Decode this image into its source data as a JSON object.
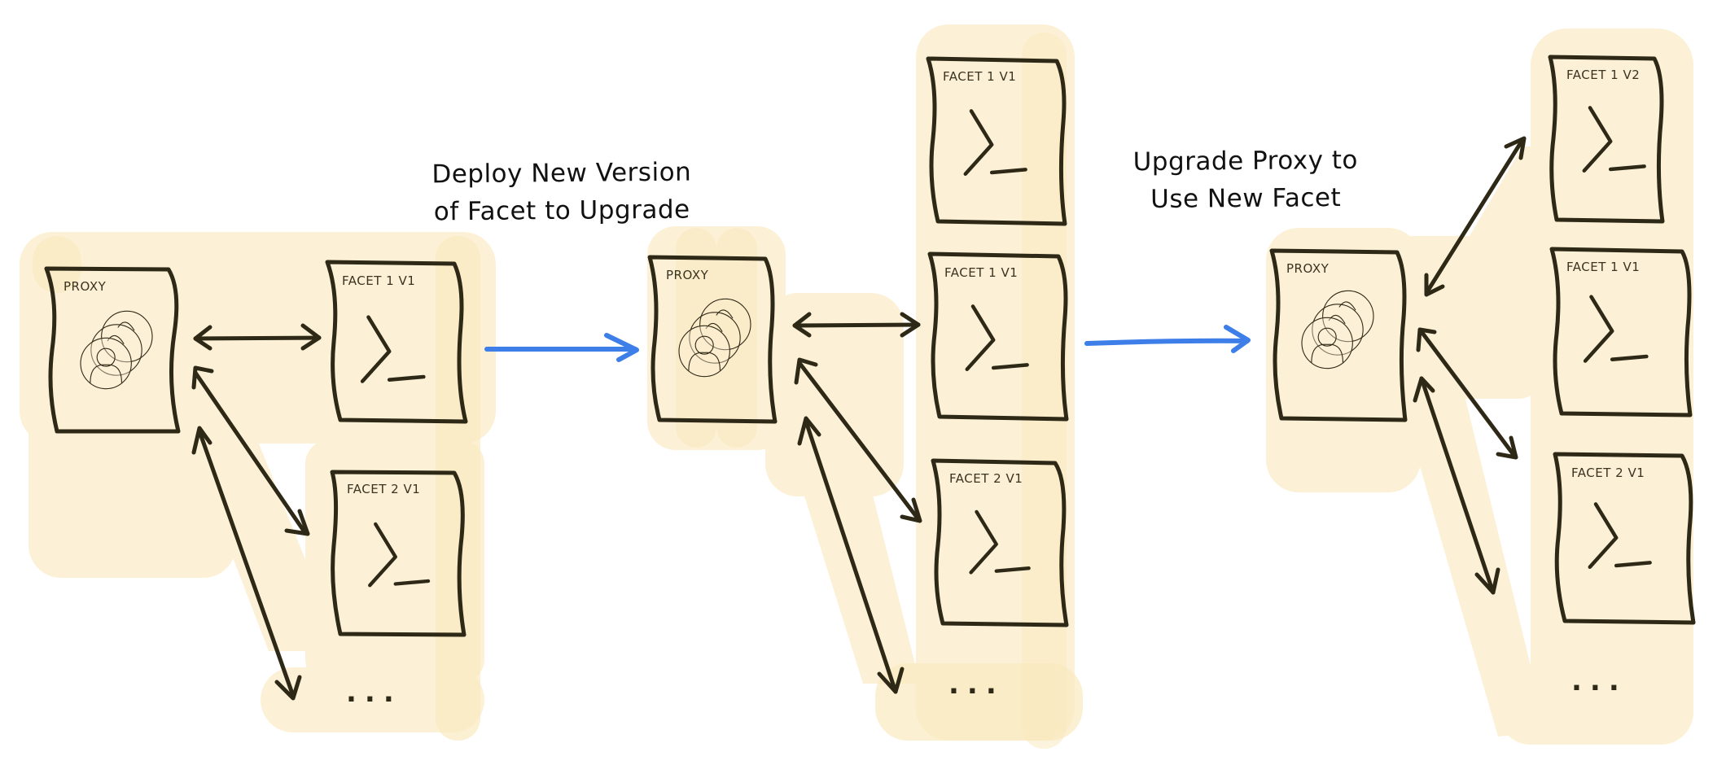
{
  "diagram": {
    "colors": {
      "highlight": "#fcf1d7",
      "highlight_dark": "#fae9bf",
      "ink": "#2e2816",
      "transition_arrow": "#3d7ee8",
      "background": "#ffffff"
    },
    "stages": [
      {
        "id": "stage-1",
        "proxy": {
          "label": "PROXY",
          "icon": "users-icon"
        },
        "facets": [
          {
            "label": "FACET 1 V1",
            "icon": "terminal-icon"
          },
          {
            "label": "FACET 2 V1",
            "icon": "terminal-icon"
          }
        ],
        "more": "..."
      },
      {
        "id": "stage-2",
        "proxy": {
          "label": "PROXY",
          "icon": "users-icon"
        },
        "facets": [
          {
            "label": "FACET 1 V1",
            "icon": "terminal-icon"
          },
          {
            "label": "FACET 1 V1",
            "icon": "terminal-icon"
          },
          {
            "label": "FACET 2 V1",
            "icon": "terminal-icon"
          }
        ],
        "more": "..."
      },
      {
        "id": "stage-3",
        "proxy": {
          "label": "PROXY",
          "icon": "users-icon"
        },
        "facets": [
          {
            "label": "FACET 1 V2",
            "icon": "terminal-icon"
          },
          {
            "label": "FACET 1 V1",
            "icon": "terminal-icon"
          },
          {
            "label": "FACET 2 V1",
            "icon": "terminal-icon"
          }
        ],
        "more": "..."
      }
    ],
    "transitions": [
      {
        "line1": "Deploy New Version",
        "line2": "of Facet to Upgrade"
      },
      {
        "line1": "Upgrade Proxy to",
        "line2": "Use New Facet"
      }
    ]
  }
}
